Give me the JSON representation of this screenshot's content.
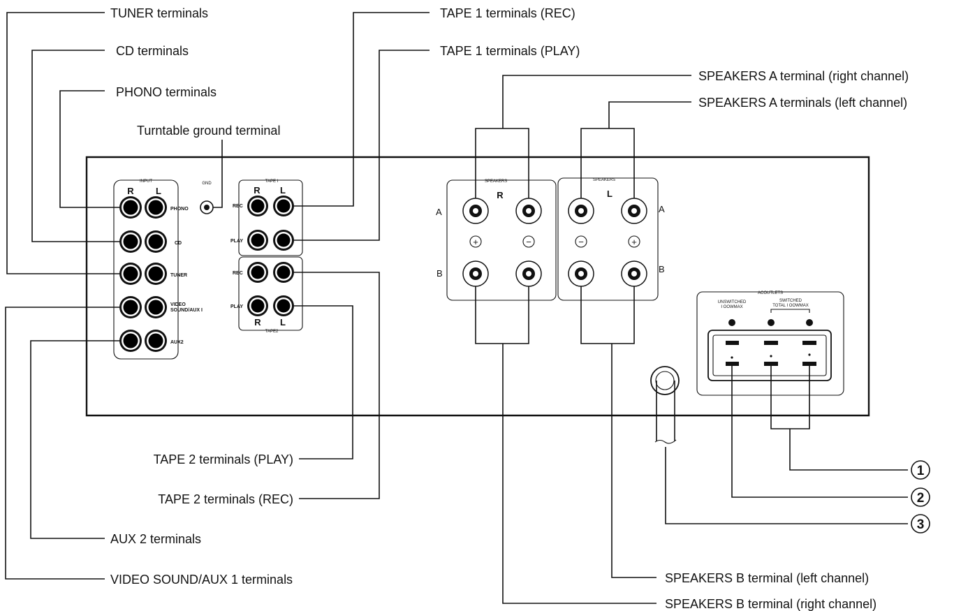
{
  "callouts": {
    "tuner": "TUNER terminals",
    "cd": "CD terminals",
    "phono": "PHONO terminals",
    "turntable_ground": "Turntable ground terminal",
    "tape1_rec": "TAPE 1 terminals (REC)",
    "tape1_play": "TAPE 1 terminals (PLAY)",
    "speakers_a_right": "SPEAKERS A terminal (right channel)",
    "speakers_a_left": "SPEAKERS A terminals (left channel)",
    "tape2_play": "TAPE 2 terminals (PLAY)",
    "tape2_rec": "TAPE 2 terminals (REC)",
    "aux2": "AUX 2 terminals",
    "video_aux1": "VIDEO SOUND/AUX 1 terminals",
    "speakers_b_left": "SPEAKERS B terminal (left channel)",
    "speakers_b_right": "SPEAKERS B terminal (right channel)",
    "n1": "1",
    "n2": "2",
    "n3": "3"
  },
  "panel": {
    "input_title": "INPUT",
    "r": "R",
    "l": "L",
    "phono": "PHONO",
    "cd": "CD",
    "tuner": "TUNER",
    "video_line1": "VIDEO",
    "video_line2": "SOUND/AUX I",
    "aux2": "AUX2",
    "gnd": "GND",
    "tape1_title": "TAPE I",
    "tape2_title": "TAPE2",
    "rec": "REC",
    "play": "PLAY",
    "speakers": "SPEAKERS",
    "a": "A",
    "b": "B",
    "plus": "+",
    "minus": "−",
    "ac_outlets": "ACOUTLETS",
    "unswitched_1": "UNSWITCHED",
    "unswitched_2": "I OOWMAX",
    "switched_1": "SWITCHED",
    "switched_2": "TOTAL I OOWMAX"
  }
}
